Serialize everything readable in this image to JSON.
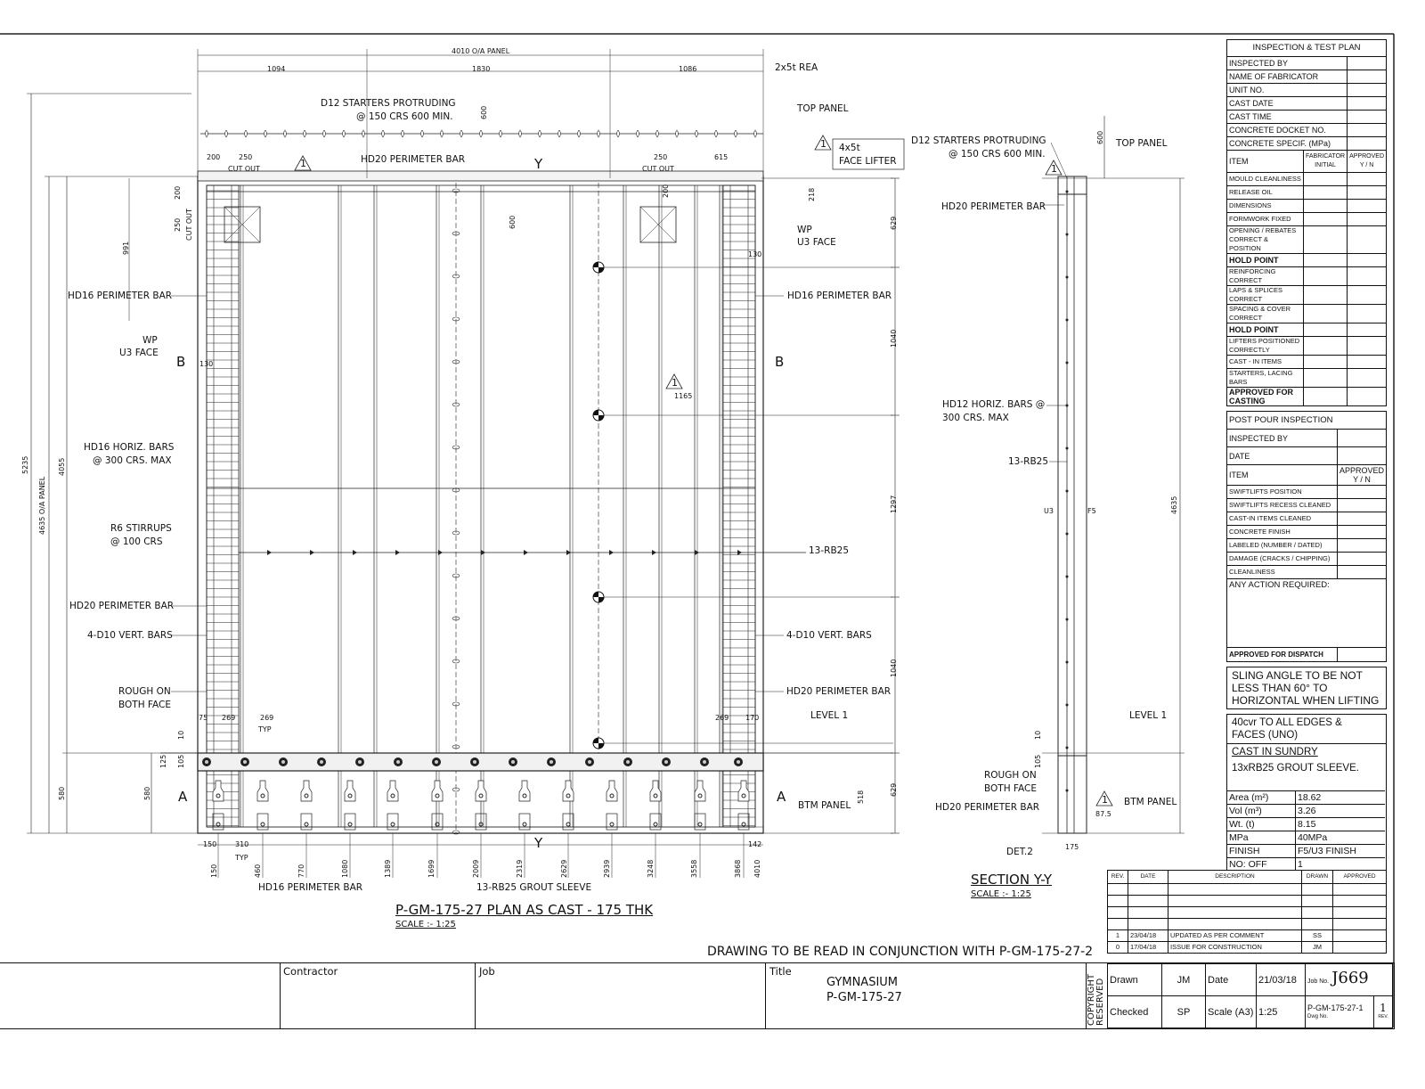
{
  "drawing": {
    "labels": [
      "4010 O/A PANEL",
      "1094",
      "1830",
      "1086",
      "2x5t REA",
      "D12 STARTERS PROTRUDING",
      "@ 150 CRS 600 MIN.",
      "600",
      "TOP PANEL",
      "4x5t",
      "FACE LIFTER",
      "D12 STARTERS PROTRUDING",
      "@ 150 CRS 600 MIN.",
      "600",
      "TOP PANEL",
      "200",
      "250",
      "CUT OUT",
      "HD20 PERIMETER BAR",
      "Y",
      "250",
      "615",
      "CUT OUT",
      "200",
      "218",
      "250",
      "CUT OUT",
      "600",
      "200",
      "629",
      "WP",
      "U3 FACE",
      "991",
      "130",
      "HD16 PERIMETER BAR",
      "HD16 PERIMETER BAR",
      "WP",
      "U3 FACE",
      "B",
      "130",
      "B",
      "1040",
      "1165",
      "HD20 PERIMETER BAR",
      "HD12 HORIZ. BARS @",
      "300 CRS. MAX",
      "HD16 HORIZ. BARS",
      "@ 300 CRS. MAX",
      "5235",
      "4635 O/A PANEL",
      "4055",
      "13-RB25",
      "U3",
      "F5",
      "4635",
      "1297",
      "R6 STIRRUPS",
      "@ 100 CRS",
      "13-RB25",
      "HD20 PERIMETER BAR",
      "4-D10 VERT. BARS",
      "4-D10 VERT. BARS",
      "1040",
      "ROUGH ON",
      "BOTH FACE",
      "HD20 PERIMETER BAR",
      "75",
      "269",
      "269",
      "TYP",
      "269",
      "170",
      "LEVEL 1",
      "LEVEL 1",
      "10",
      "125",
      "105",
      "10",
      "105",
      "ROUGH ON",
      "BOTH FACE",
      "A",
      "580",
      "580",
      "A",
      "518",
      "629",
      "BTM PANEL",
      "BTM PANEL",
      "HD20 PERIMETER BAR",
      "87.5",
      "150",
      "310",
      "TYP",
      "142",
      "Y",
      "DET.2",
      "175",
      "150",
      "460",
      "770",
      "1080",
      "1389",
      "1699",
      "2009",
      "2319",
      "2629",
      "2939",
      "3248",
      "3558",
      "3868",
      "4010",
      "HD16 PERIMETER BAR",
      "13-RB25 GROUT SLEEVE",
      "SECTION Y-Y",
      "SCALE :- 1:25",
      "P-GM-175-27  PLAN AS CAST - 175 THK",
      "SCALE :- 1:25",
      "DRAWING TO BE READ IN CONJUNCTION WITH P-GM-175-27-2"
    ],
    "revision_marks": [
      "1",
      "1",
      "1",
      "1",
      "1"
    ]
  },
  "itp": {
    "title": "INSPECTION & TEST PLAN",
    "header_fields": [
      "INSPECTED BY",
      "NAME OF FABRICATOR",
      "UNIT NO.",
      "CAST DATE",
      "CAST TIME",
      "CONCRETE DOCKET NO.",
      "CONCRETE SPECIF. (MPa)"
    ],
    "item_header": "ITEM",
    "fab_header": "FABRICATOR INITIAL",
    "appr_header": "APPROVED Y / N",
    "items": [
      {
        "label": "MOULD CLEANLINESS",
        "bold": false
      },
      {
        "label": "RELEASE OIL",
        "bold": false
      },
      {
        "label": "DIMENSIONS",
        "bold": false
      },
      {
        "label": "FORMWORK FIXED",
        "bold": false
      },
      {
        "label": "OPENING / REBATES CORRECT & POSITION",
        "bold": false
      },
      {
        "label": "HOLD POINT",
        "bold": true
      },
      {
        "label": "REINFORCING CORRECT",
        "bold": false
      },
      {
        "label": "LAPS & SPLICES CORRECT",
        "bold": false
      },
      {
        "label": "SPACING & COVER CORRECT",
        "bold": false
      },
      {
        "label": "HOLD POINT",
        "bold": true
      },
      {
        "label": "LIFTERS POSITIONED CORRECTLY",
        "bold": false
      },
      {
        "label": "CAST - IN ITEMS",
        "bold": false
      },
      {
        "label": "STARTERS, LACING BARS",
        "bold": false
      },
      {
        "label": "APPROVED FOR CASTING",
        "bold": true
      }
    ]
  },
  "post_pour": {
    "title": "POST POUR INSPECTION",
    "inspected_by": "INSPECTED BY",
    "date": "DATE",
    "item_header": "ITEM",
    "appr_header": "APPROVED Y / N",
    "items": [
      "SWIFTLIFTS POSITION",
      "SWIFTLIFTS RECESS CLEANED",
      "CAST-IN ITEMS CLEANED",
      "CONCRETE FINISH",
      "LABELED (NUMBER / DATED)",
      "DAMAGE (CRACKS / CHIPPING)",
      "CLEANLINESS"
    ],
    "action": "ANY ACTION REQUIRED:",
    "dispatch": "APPROVED FOR DISPATCH"
  },
  "notes": {
    "sling": "SLING ANGLE TO BE NOT LESS THAN 60° TO HORIZONTAL WHEN LIFTING",
    "cover": "40cvr TO ALL EDGES & FACES (UNO)",
    "cast_in_title": "CAST IN SUNDRY",
    "cast_in": "13xRB25 GROUT SLEEVE."
  },
  "properties": [
    [
      "Area (m²)",
      "18.62"
    ],
    [
      "Vol (m³)",
      "3.26"
    ],
    [
      "Wt. (t)",
      "8.15"
    ],
    [
      "MPa",
      "40MPa"
    ],
    [
      "FINISH",
      "F5/U3 FINISH"
    ],
    [
      "NO: OFF",
      "1"
    ]
  ],
  "revisions": {
    "headers": [
      "REV.",
      "DATE",
      "DESCRIPTION",
      "DRAWN",
      "APPROVED"
    ],
    "rows": [
      [
        "",
        "",
        "",
        "",
        ""
      ],
      [
        "",
        "",
        "",
        "",
        ""
      ],
      [
        "",
        "",
        "",
        "",
        ""
      ],
      [
        "",
        "",
        "",
        "",
        ""
      ],
      [
        "1",
        "23/04/18",
        "UPDATED AS PER COMMENT",
        "SS",
        ""
      ],
      [
        "0",
        "17/04/18",
        "ISSUE FOR CONSTRUCTION",
        "JM",
        ""
      ]
    ]
  },
  "title_block": {
    "contractor_label": "Contractor",
    "job_label": "Job",
    "title_label": "Title",
    "title_line1": "GYMNASIUM",
    "title_line2": "P-GM-175-27",
    "copyright": "COPYRIGHT RESERVED",
    "drawn_label": "Drawn",
    "drawn": "JM",
    "date_label": "Date",
    "date": "21/03/18",
    "job_no_label": "Job No.",
    "job_no": "J669",
    "checked_label": "Checked",
    "checked": "SP",
    "scale_label": "Scale (A3)",
    "scale": "1:25",
    "dwg_no": "P-GM-175-27-1",
    "dwg_no_label": "Dwg No.",
    "rev": "1",
    "rev_label": "REV."
  }
}
